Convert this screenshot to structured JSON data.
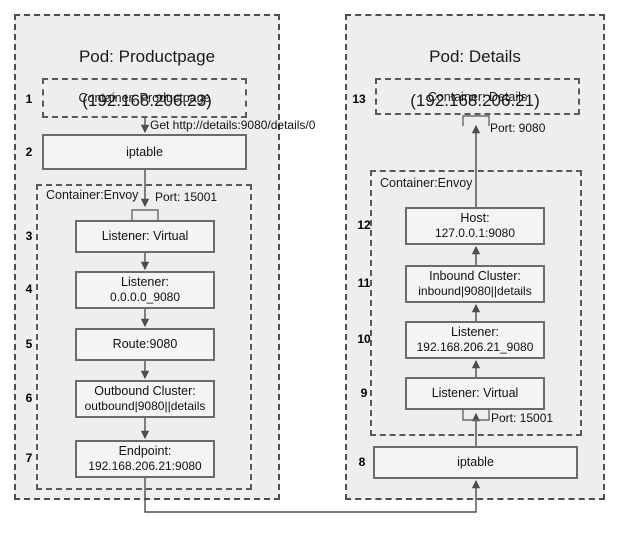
{
  "diagram": {
    "title_left": "Pod: Productpage\n(192.168.206.23)",
    "title_right": "Pod: Details\n(192.168.206.21)"
  },
  "left_pod": {
    "title_line1": "Pod: Productpage",
    "title_line2": "(192.168.206.23)",
    "container_app": "Container: Productpage",
    "container_envoy": "Container:Envoy",
    "request_label": "Get http://details:9080/details/0",
    "port_envoy": "Port: 15001",
    "steps": [
      {
        "num": "1",
        "label": "Container: Productpage"
      },
      {
        "num": "2",
        "label": "iptable"
      },
      {
        "num": "3",
        "label": "Listener: Virtual"
      },
      {
        "num": "4",
        "label": "Listener:",
        "label2": "0.0.0.0_9080"
      },
      {
        "num": "5",
        "label": "Route:9080"
      },
      {
        "num": "6",
        "label": "Outbound Cluster:",
        "label2": "outbound|9080||details"
      },
      {
        "num": "7",
        "label": "Endpoint:",
        "label2": "192.168.206.21:9080"
      }
    ]
  },
  "right_pod": {
    "title_line1": "Pod: Details",
    "title_line2": "(192.168.206.21)",
    "container_app": "Container: Details",
    "container_envoy": "Container:Envoy",
    "port_details": "Port: 9080",
    "port_envoy": "Port: 15001",
    "steps": [
      {
        "num": "13",
        "label": "Container: Details"
      },
      {
        "num": "12",
        "label": "Host:",
        "label2": "127.0.0.1:9080"
      },
      {
        "num": "11",
        "label": "Inbound Cluster:",
        "label2": "inbound|9080||details"
      },
      {
        "num": "10",
        "label": "Listener:",
        "label2": "192.168.206.21_9080"
      },
      {
        "num": "9",
        "label": "Listener: Virtual"
      },
      {
        "num": "8",
        "label": "iptable"
      }
    ]
  },
  "colors": {
    "pod_fill": "#eeeeee",
    "pod_border": "#4d4d4d",
    "node_border": "#6b6b6b",
    "node_fill": "#f4f4f4",
    "wire": "#4d4d4d"
  }
}
